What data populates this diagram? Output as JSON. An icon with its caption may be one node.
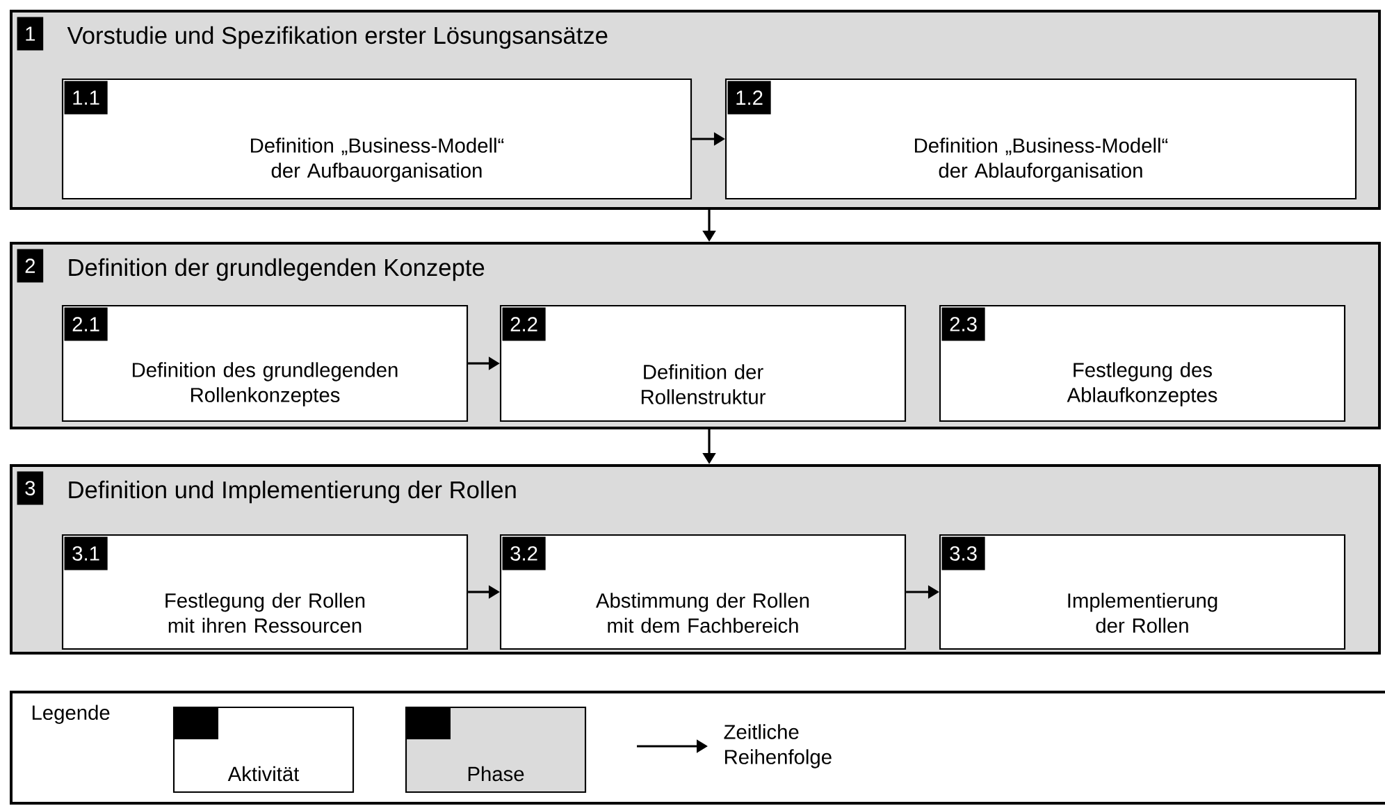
{
  "diagram": {
    "nodes": [
      {
        "text": [
          "1",
          "Vorstudie und Spezifikation erster Lösungsansätze"
        ]
      },
      {
        "text": [
          "1.1",
          "Definition „Business-Modell“ der Aufbauorganisation"
        ],
        "in": 0
      },
      {
        "text": [
          "1.2",
          "Definition „Business-Modell“ der Ablauforganisation"
        ],
        "in": 0
      },
      {
        "text": [
          "2",
          "Definition der grundlegenden Konzepte"
        ]
      },
      {
        "text": [
          "2.1",
          "Definition des grundlegenden Rollenkonzeptes"
        ],
        "in": 3
      },
      {
        "text": [
          "2.2",
          "Definition der Rollenstruktur"
        ],
        "in": 3
      },
      {
        "text": [
          "2.3",
          "Festlegung des Ablaufkonzeptes"
        ],
        "in": 3
      },
      {
        "text": [
          "3",
          "Definition und Implementierung der Rollen"
        ]
      },
      {
        "text": [
          "3.1",
          "Festlegung der Rollen mit ihren Ressourcen"
        ],
        "in": 7
      },
      {
        "text": [
          "3.2",
          "Abstimmung der Rollen mit dem Fachbereich"
        ],
        "in": 7
      },
      {
        "text": [
          "3.3",
          "Implementierung der Rollen"
        ],
        "in": 7
      }
    ],
    "edges": [
      {
        "from": 1,
        "to": 2,
        "arrow": "to"
      },
      {
        "from": 0,
        "to": 3,
        "arrow": "to"
      },
      {
        "from": 4,
        "to": 5,
        "arrow": "to"
      },
      {
        "from": 3,
        "to": 7,
        "arrow": "to"
      },
      {
        "from": 8,
        "to": 9,
        "arrow": "to"
      },
      {
        "from": 9,
        "to": 10,
        "arrow": "to"
      }
    ],
    "labels": [
      "Legende"
    ],
    "legend": [
      {
        "text": "Aktivität"
      },
      {
        "text": "Phase"
      },
      {
        "text": "Zeitliche Reihenfolge"
      }
    ]
  }
}
